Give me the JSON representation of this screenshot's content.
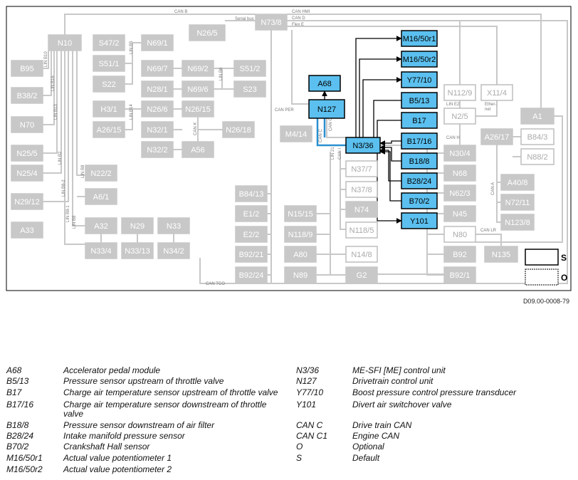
{
  "diagram": {
    "document_code": "D09.00-0008-79",
    "components": [
      {
        "id": "N10",
        "style": "gray"
      },
      {
        "id": "B95",
        "style": "gray"
      },
      {
        "id": "B38/2",
        "style": "gray"
      },
      {
        "id": "N70",
        "style": "gray"
      },
      {
        "id": "N25/5",
        "style": "gray"
      },
      {
        "id": "N25/4",
        "style": "gray"
      },
      {
        "id": "N29/12",
        "style": "gray"
      },
      {
        "id": "A33",
        "style": "gray"
      },
      {
        "id": "N22/2",
        "style": "gray"
      },
      {
        "id": "A6/1",
        "style": "gray"
      },
      {
        "id": "A32",
        "style": "gray"
      },
      {
        "id": "N29",
        "style": "gray"
      },
      {
        "id": "N33",
        "style": "gray"
      },
      {
        "id": "N33/4",
        "style": "gray"
      },
      {
        "id": "N33/13",
        "style": "gray"
      },
      {
        "id": "N34/2",
        "style": "gray"
      },
      {
        "id": "S47/2",
        "style": "gray"
      },
      {
        "id": "N69/1",
        "style": "gray"
      },
      {
        "id": "S51/1",
        "style": "gray"
      },
      {
        "id": "S22",
        "style": "gray"
      },
      {
        "id": "N69/7",
        "style": "gray"
      },
      {
        "id": "N69/2",
        "style": "gray"
      },
      {
        "id": "S51/2",
        "style": "gray"
      },
      {
        "id": "N28/1",
        "style": "gray"
      },
      {
        "id": "N69/6",
        "style": "gray"
      },
      {
        "id": "S23",
        "style": "gray"
      },
      {
        "id": "H3/1",
        "style": "gray"
      },
      {
        "id": "N26/6",
        "style": "gray"
      },
      {
        "id": "N26/15",
        "style": "gray"
      },
      {
        "id": "A26/15",
        "style": "gray"
      },
      {
        "id": "N32/1",
        "style": "gray"
      },
      {
        "id": "N26/18",
        "style": "gray"
      },
      {
        "id": "N32/2",
        "style": "gray"
      },
      {
        "id": "A56",
        "style": "gray"
      },
      {
        "id": "N26/5",
        "style": "gray"
      },
      {
        "id": "N73/8",
        "style": "gray"
      },
      {
        "id": "M4/14",
        "style": "gray"
      },
      {
        "id": "B84/13",
        "style": "gray"
      },
      {
        "id": "E1/2",
        "style": "gray"
      },
      {
        "id": "E2/2",
        "style": "gray"
      },
      {
        "id": "B92/21",
        "style": "gray"
      },
      {
        "id": "B92/24",
        "style": "gray"
      },
      {
        "id": "N15/15",
        "style": "gray"
      },
      {
        "id": "N118/9",
        "style": "gray"
      },
      {
        "id": "A80",
        "style": "gray"
      },
      {
        "id": "N89",
        "style": "gray"
      },
      {
        "id": "N37/7",
        "style": "outline"
      },
      {
        "id": "N37/8",
        "style": "outline"
      },
      {
        "id": "N74",
        "style": "gray"
      },
      {
        "id": "N118/5",
        "style": "outline"
      },
      {
        "id": "N14/8",
        "style": "outline"
      },
      {
        "id": "G2",
        "style": "gray"
      },
      {
        "id": "A68",
        "style": "blue"
      },
      {
        "id": "N127",
        "style": "blue"
      },
      {
        "id": "N3/36",
        "style": "blue"
      },
      {
        "id": "M16/50r1",
        "style": "blue"
      },
      {
        "id": "M16/50r2",
        "style": "blue"
      },
      {
        "id": "Y77/10",
        "style": "blue"
      },
      {
        "id": "B5/13",
        "style": "blue"
      },
      {
        "id": "B17",
        "style": "blue"
      },
      {
        "id": "B17/16",
        "style": "blue"
      },
      {
        "id": "B18/8",
        "style": "blue"
      },
      {
        "id": "B28/24",
        "style": "blue"
      },
      {
        "id": "B70/2",
        "style": "blue"
      },
      {
        "id": "Y101",
        "style": "blue"
      },
      {
        "id": "N112/9",
        "style": "outline"
      },
      {
        "id": "X11/4",
        "style": "outline"
      },
      {
        "id": "N2/5",
        "style": "outline"
      },
      {
        "id": "A1",
        "style": "gray"
      },
      {
        "id": "A26/17",
        "style": "gray"
      },
      {
        "id": "B84/3",
        "style": "outline"
      },
      {
        "id": "N88/2",
        "style": "outline"
      },
      {
        "id": "N30/4",
        "style": "gray"
      },
      {
        "id": "N68",
        "style": "gray"
      },
      {
        "id": "N62/3",
        "style": "gray"
      },
      {
        "id": "N45",
        "style": "gray"
      },
      {
        "id": "N80",
        "style": "outline"
      },
      {
        "id": "B92",
        "style": "gray"
      },
      {
        "id": "B92/1",
        "style": "gray"
      },
      {
        "id": "A40/8",
        "style": "gray"
      },
      {
        "id": "N72/11",
        "style": "gray"
      },
      {
        "id": "N123/8",
        "style": "gray"
      },
      {
        "id": "N135",
        "style": "gray"
      }
    ],
    "bus_labels": {
      "can_b": "CAN B",
      "serial_bus": "Serial bus",
      "can_hmi": "CAN HMI",
      "can_d": "CAN D",
      "flex_e": "Flex E",
      "can_per": "CAN PER",
      "can_c": "CAN C",
      "can_c1": "CAN C1",
      "lin_21": "LIN 21",
      "can_i": "CAN I",
      "can_h": "CAN H",
      "lin_e2": "LIN E2",
      "ethernet": "Ether-\nnet",
      "can_a": "CAN A",
      "can_lr": "CAN LR",
      "can_tco": "CAN TCO",
      "can_k": "CAN K",
      "lin_b10": "LIN B10",
      "lin_b16": "LIN B16",
      "lin_b13": "LIN B13",
      "lin_b2": "LIN B2",
      "lin_b8_2": "LIN B8-2",
      "lin_b8_1": "LIN B8-1",
      "lin_b8": "LIN B8",
      "lin_b5": "LIN B5",
      "lin_b6": "LIN B6",
      "lin_b14": "LIN B14"
    },
    "key": {
      "default_symbol": "S",
      "optional_symbol": "O"
    }
  },
  "legend": {
    "left": [
      {
        "code": "A68",
        "desc": "Accelerator pedal module"
      },
      {
        "code": "B5/13",
        "desc": "Pressure sensor upstream of throttle valve"
      },
      {
        "code": "B17",
        "desc": "Charge air temperature sensor upstream of throttle valve"
      },
      {
        "code": "B17/16",
        "desc": "Charge air temperature sensor downstream of throttle valve"
      },
      {
        "code": "B18/8",
        "desc": "Pressure sensor downstream of air filter"
      },
      {
        "code": "B28/24",
        "desc": "Intake manifold pressure sensor"
      },
      {
        "code": "B70/2",
        "desc": "Crankshaft Hall sensor"
      },
      {
        "code": "M16/50r1",
        "desc": "Actual value potentiometer 1"
      },
      {
        "code": "M16/50r2",
        "desc": "Actual value potentiometer 2"
      }
    ],
    "right": [
      {
        "code": "N3/36",
        "desc": "ME-SFI [ME] control unit"
      },
      {
        "code": "N127",
        "desc": "Drivetrain control unit"
      },
      {
        "code": "Y77/10",
        "desc": "Boost pressure control pressure transducer"
      },
      {
        "code": "Y101",
        "desc": "Divert air switchover valve"
      },
      {
        "code": "CAN C",
        "desc": "Drive train CAN"
      },
      {
        "code": "CAN C1",
        "desc": "Engine CAN"
      },
      {
        "code": "O",
        "desc": "Optional"
      },
      {
        "code": "S",
        "desc": "Default"
      }
    ]
  }
}
